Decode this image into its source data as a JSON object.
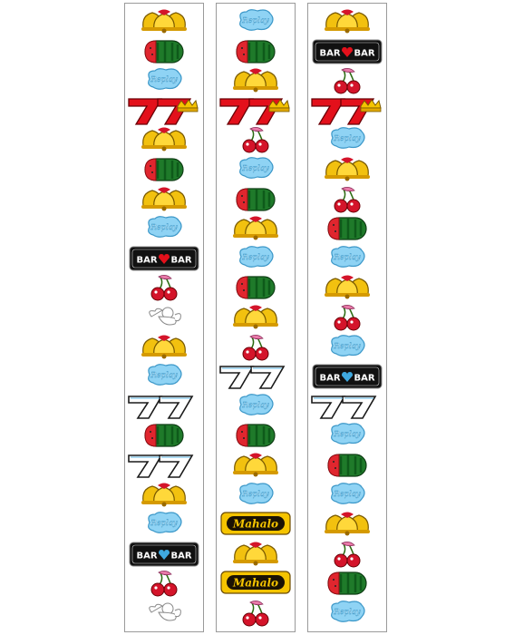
{
  "reels": [
    [
      "bell",
      "watermelon",
      "replay",
      "red7",
      "bell",
      "watermelon",
      "bell",
      "replay",
      "bar-red",
      "cherry",
      "cherub",
      "bell",
      "replay",
      "white7",
      "watermelon",
      "white7",
      "bell",
      "replay",
      "bar-blue",
      "cherry",
      "cherub"
    ],
    [
      "replay",
      "watermelon",
      "bell",
      "red7",
      "cherry",
      "replay",
      "watermelon",
      "bell",
      "replay",
      "watermelon",
      "bell",
      "cherry",
      "white7",
      "replay",
      "watermelon",
      "bell",
      "replay",
      "mahalo",
      "bell",
      "mahalo",
      "cherry"
    ],
    [
      "bell",
      "bar-red",
      "cherry",
      "red7",
      "replay",
      "bell",
      "cherry",
      "watermelon",
      "replay",
      "bell",
      "cherry",
      "replay",
      "bar-blue",
      "white7",
      "replay",
      "watermelon",
      "replay",
      "bell",
      "cherry",
      "watermelon",
      "replay"
    ]
  ],
  "labels": {
    "replay": "Replay",
    "bar": "BAR",
    "mahalo": "Mahalo"
  },
  "colors": {
    "bell": "#f2c10f",
    "watermelon_rind": "#1f7a2a",
    "watermelon_flesh": "#e0262e",
    "replay": "#8fd3f4",
    "red7": "#e3101b",
    "bar_red_heart": "#e3101b",
    "bar_blue_heart": "#3fa9e0",
    "cherry": "#d4142a",
    "mahalo_gold": "#f5c400"
  }
}
